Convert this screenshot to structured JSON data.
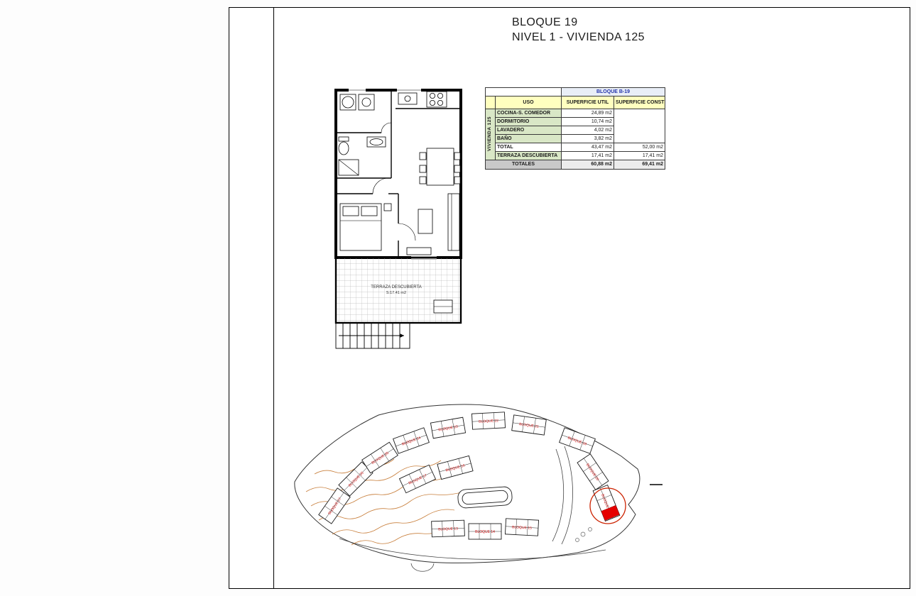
{
  "title": {
    "line1": "BLOQUE 19",
    "line2": "NIVEL 1 - VIVIENDA 125"
  },
  "table": {
    "block_header": "BLOQUE B-19",
    "col_uso": "USO",
    "col_util": "SUPERFICIE UTIL",
    "col_construida": "SUPERFICIE CONSTRUIDA",
    "vivienda_label": "VIVIENDA 125",
    "rows": [
      {
        "uso": "COCINA-S. COMEDOR",
        "util": "24,89 m2",
        "construida": ""
      },
      {
        "uso": "DORMITORIO",
        "util": "10,74 m2",
        "construida": ""
      },
      {
        "uso": "LAVADERO",
        "util": "4,02 m2",
        "construida": ""
      },
      {
        "uso": "BAÑO",
        "util": "3,82 m2",
        "construida": ""
      },
      {
        "uso": "TOTAL",
        "util": "43,47 m2",
        "construida": "52,00 m2"
      },
      {
        "uso": "TERRAZA DESCUBIERTA",
        "util": "17,41 m2",
        "construida": "17,41 m2"
      }
    ],
    "totals": {
      "label": "TOTALES",
      "util": "60,88 m2",
      "construida": "69,41 m2"
    }
  },
  "floorplan": {
    "terraza_label": "TERRAZA DESCUBIERTA",
    "terraza_area": "S:17.41 m2"
  },
  "siteplan": {
    "blocks": [
      {
        "label": "BLOQUE 27"
      },
      {
        "label": "BLOQUE 26"
      },
      {
        "label": "BLOQUE 25"
      },
      {
        "label": "BLOQUE 24"
      },
      {
        "label": "BLOQUE 23"
      },
      {
        "label": "BLOQUE 22"
      },
      {
        "label": "BLOQUE 21"
      },
      {
        "label": "BLOQUE 17"
      },
      {
        "label": "BLOQUE 16"
      },
      {
        "label": "BLOQUE 13"
      },
      {
        "label": "BLOQUE 14"
      },
      {
        "label": "BLOQUE 15"
      },
      {
        "label": "BLOQUE 18"
      },
      {
        "label": "BLOQUE 20"
      },
      {
        "label": "BLOQUE 19"
      }
    ]
  },
  "colors": {
    "table_green": "#d9e7c6",
    "table_yellow": "#ffffbf",
    "header_blue_text": "#2233aa",
    "totals_gray": "#c9c9c9",
    "contour_orange": "#c87f3c",
    "highlight_red": "#e60000",
    "block_label_red": "#cc1111"
  }
}
